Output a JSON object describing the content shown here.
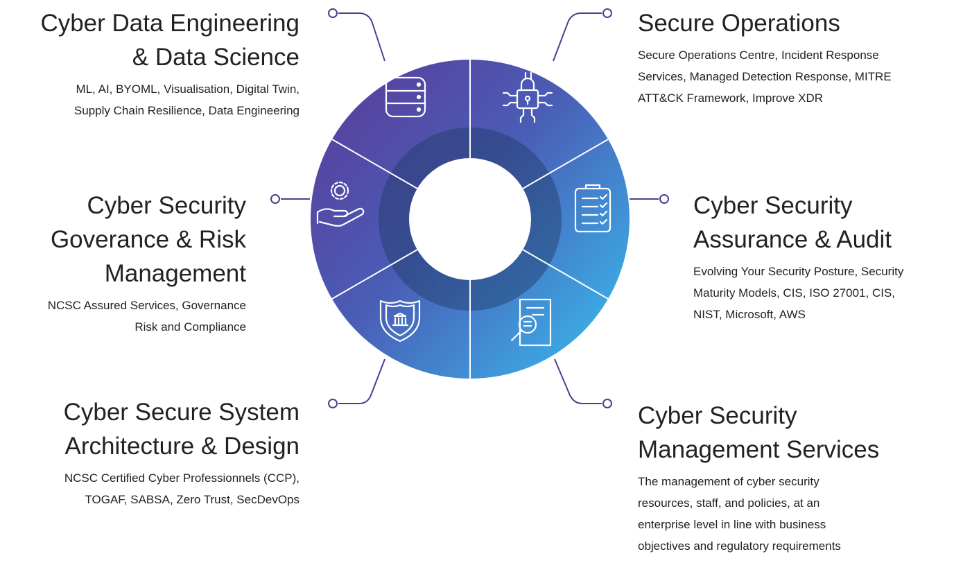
{
  "sections": [
    {
      "id": "data-engineering",
      "icon": "database-icon",
      "title_lines": [
        "Cyber Data Engineering",
        "& Data Science"
      ],
      "desc_lines": [
        "ML, AI, BYOML, Visualisation, Digital Twin,",
        "Supply Chain Resilience, Data Engineering"
      ]
    },
    {
      "id": "secure-operations",
      "icon": "circuit-lock-icon",
      "title_lines": [
        "Secure Operations"
      ],
      "desc_lines": [
        "Secure Operations Centre, Incident Response",
        "Services, Managed Detection Response, MITRE",
        "ATT&CK Framework, Improve XDR"
      ]
    },
    {
      "id": "assurance-audit",
      "icon": "clipboard-checklist-icon",
      "title_lines": [
        "Cyber Security",
        "Assurance & Audit"
      ],
      "desc_lines": [
        "Evolving Your Security Posture, Security",
        "Maturity Models, CIS, ISO 27001, CIS,",
        "NIST, Microsoft, AWS"
      ]
    },
    {
      "id": "management-services",
      "icon": "document-search-icon",
      "title_lines": [
        "Cyber Security",
        "Management Services"
      ],
      "desc_lines": [
        "The management of cyber security",
        "resources, staff, and policies, at an",
        "enterprise level in line with business",
        "objectives and regulatory requirements"
      ]
    },
    {
      "id": "system-architecture",
      "icon": "shield-bank-icon",
      "title_lines": [
        "Cyber Secure System",
        "Architecture & Design"
      ],
      "desc_lines": [
        "NCSC Certified Cyber Professionnels (CCP),",
        "TOGAF, SABSA, Zero Trust, SecDevOps"
      ]
    },
    {
      "id": "governance-risk",
      "icon": "hand-gear-icon",
      "title_lines": [
        "Cyber Security",
        "Goverance & Risk",
        "Management"
      ],
      "desc_lines": [
        "NCSC Assured Services, Governance",
        "Risk and Compliance"
      ]
    }
  ],
  "colors": {
    "gradient_start": "#5a3e9c",
    "gradient_mid": "#3f5fb6",
    "gradient_end": "#3ab0e6",
    "connector": "#4a3f8f",
    "text": "#222222",
    "divider": "#ffffff"
  }
}
